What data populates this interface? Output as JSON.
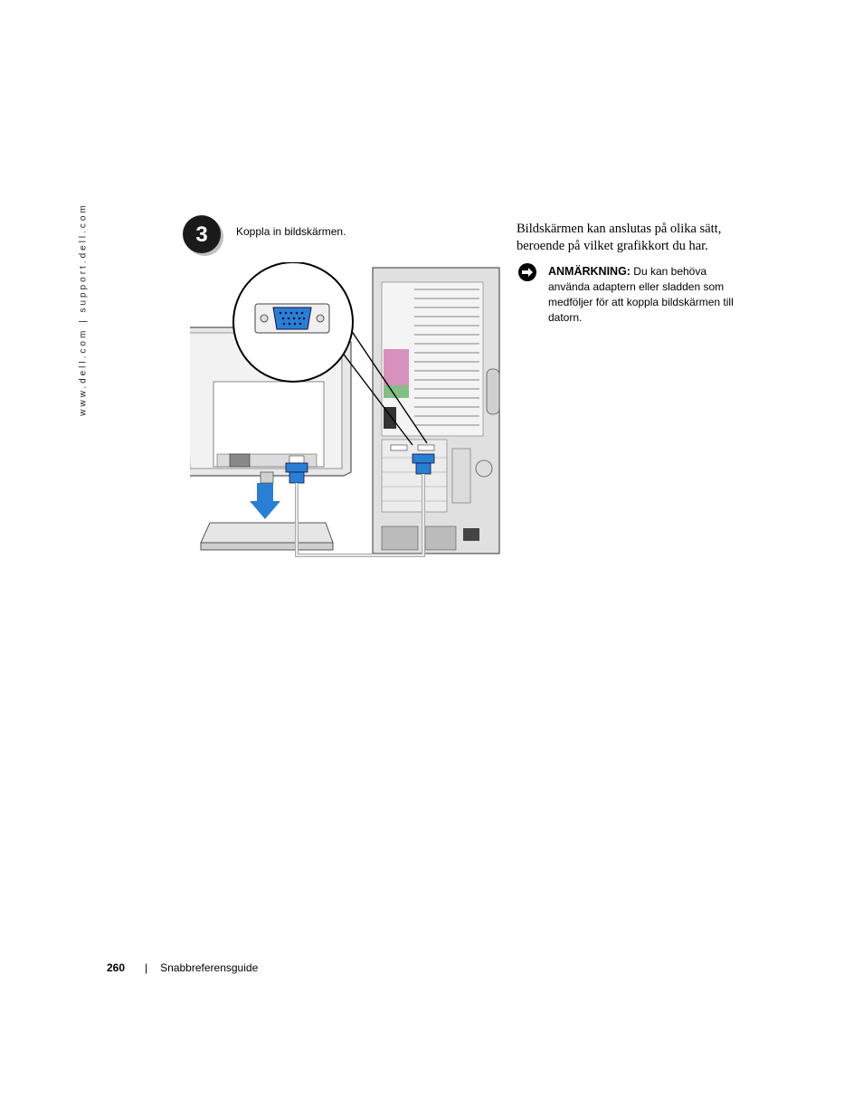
{
  "side_url": "www.dell.com | support.dell.com",
  "step": {
    "number": "3",
    "label": "Koppla in bildskärmen."
  },
  "intro_text": "Bildskärmen kan anslutas på olika sätt, beroende på vilket grafikkort du har.",
  "note": {
    "label": "ANMÄRKNING:",
    "text": " Du kan behöva använda adaptern eller sladden som medföljer för att koppla bildskärmen till datorn."
  },
  "footer": {
    "page_number": "260",
    "separator": "|",
    "title": "Snabbreferensguide"
  },
  "colors": {
    "connector_blue": "#2a7fd4",
    "arrow_blue": "#2a7fd4",
    "case_grey": "#d9d9d9"
  },
  "icons": [
    "step-badge-icon",
    "note-icon",
    "vga-connector-icon",
    "down-arrow-icon"
  ]
}
